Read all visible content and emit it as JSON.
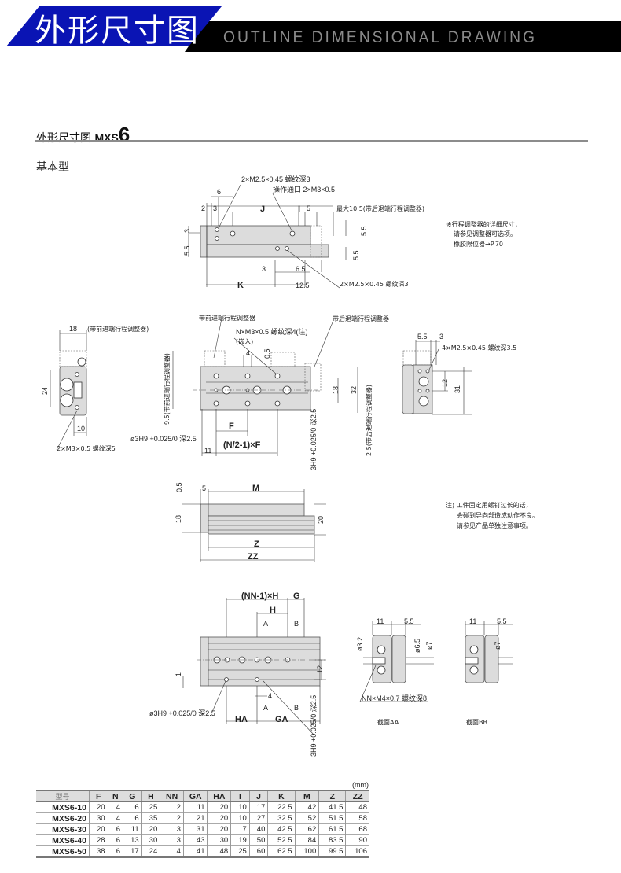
{
  "header": {
    "title_cn": "外形尺寸图",
    "title_en": "OUTLINE DIMENSIONAL DRAWING",
    "brand_color": "#0a14b4"
  },
  "section": {
    "title": "外形尺寸图",
    "model_prefix": "MXS",
    "model_size": "6",
    "subtitle": "基本型"
  },
  "top_view": {
    "thread_top": "2×M2.5×0.45 螺纹深3",
    "port": "操作通口 2×M3×0.5",
    "d6": "6",
    "d2": "2",
    "d3": "3",
    "J": "J",
    "I": "I",
    "d5": "5",
    "max": "最大10.5(带后退端行程调整器)",
    "v3": "3",
    "v55a": "5.5",
    "v55b": "5.5",
    "v55c": "5.5",
    "b3": "3",
    "b65": "6.5",
    "K": "K",
    "b125": "12.5",
    "thread_bottom": "2×M2.5×0.45 螺纹深3",
    "note1": "※行程调整器的详细尺寸，",
    "note2": "请参见调整器可选项。",
    "note3": "橡胶限位器→P.70"
  },
  "side_view": {
    "d18": "18",
    "front_adj": "(带前进端行程调整器)",
    "d24": "24",
    "d10": "10",
    "thread": "2×M3×0.5 螺纹深5"
  },
  "front_view": {
    "front_adj": "带前进端行程调整器",
    "rear_adj": "带后退端行程调整器",
    "thread": "N×M3×0.5 螺纹深4(注)",
    "insert": "(嵌入)",
    "d4": "4",
    "d05": "0.5",
    "d18": "18",
    "d32": "32",
    "d95": "9.5(带前进端行程调整器)",
    "F": "F",
    "pin_left": "ø3H9 +0.025/0 深2.5",
    "formula": "(N/2-1)×F",
    "d11": "11",
    "pin_slot": "3H9 +0.025/0 深2.5",
    "d25": "2.5(带后退端行程调整器)"
  },
  "end_view": {
    "d55": "5.5",
    "d3": "3",
    "thread": "4×M2.5×0.45 螺纹深3.5",
    "d12": "12",
    "d31": "31"
  },
  "bottom_view": {
    "d05": "0.5",
    "d5": "5",
    "M": "M",
    "d18": "18",
    "d20": "20",
    "Z": "Z",
    "ZZ": "ZZ",
    "note1": "注) 工件固定用螺钉过长的话，",
    "note2": "会碰到导向部造成动作不良。",
    "note3": "请参见产品单独注意事项。"
  },
  "lower_view": {
    "NNH": "(NN-1)×H",
    "G": "G",
    "H": "H",
    "A": "A",
    "B": "B",
    "d12": "12",
    "d1": "1",
    "d4": "4",
    "pin_left": "ø3H9 +0.025/0 深2.5",
    "HA": "HA",
    "GA": "GA",
    "pin_slot": "3H9 +0.025/0 深2.5"
  },
  "sections": {
    "aa": {
      "d11": "11",
      "d55": "5.5",
      "d32": "ø3.2",
      "d65": "ø6.5",
      "d7": "ø7",
      "thread": "NN×M4×0.7 螺纹深8",
      "label": "截面AA"
    },
    "bb": {
      "d11": "11",
      "d55": "5.5",
      "d7": "ø7",
      "label": "截面BB"
    }
  },
  "table": {
    "unit": "(mm)",
    "headers": [
      "型号",
      "F",
      "N",
      "G",
      "H",
      "NN",
      "GA",
      "HA",
      "I",
      "J",
      "K",
      "M",
      "Z",
      "ZZ"
    ],
    "rows": [
      [
        "MXS6-10",
        "20",
        "4",
        "6",
        "25",
        "2",
        "11",
        "20",
        "10",
        "17",
        "22.5",
        "42",
        "41.5",
        "48"
      ],
      [
        "MXS6-20",
        "30",
        "4",
        "6",
        "35",
        "2",
        "21",
        "20",
        "10",
        "27",
        "32.5",
        "52",
        "51.5",
        "58"
      ],
      [
        "MXS6-30",
        "20",
        "6",
        "11",
        "20",
        "3",
        "31",
        "20",
        "7",
        "40",
        "42.5",
        "62",
        "61.5",
        "68"
      ],
      [
        "MXS6-40",
        "28",
        "6",
        "13",
        "30",
        "3",
        "43",
        "30",
        "19",
        "50",
        "52.5",
        "84",
        "83.5",
        "90"
      ],
      [
        "MXS6-50",
        "38",
        "6",
        "17",
        "24",
        "4",
        "41",
        "48",
        "25",
        "60",
        "62.5",
        "100",
        "99.5",
        "106"
      ]
    ]
  }
}
